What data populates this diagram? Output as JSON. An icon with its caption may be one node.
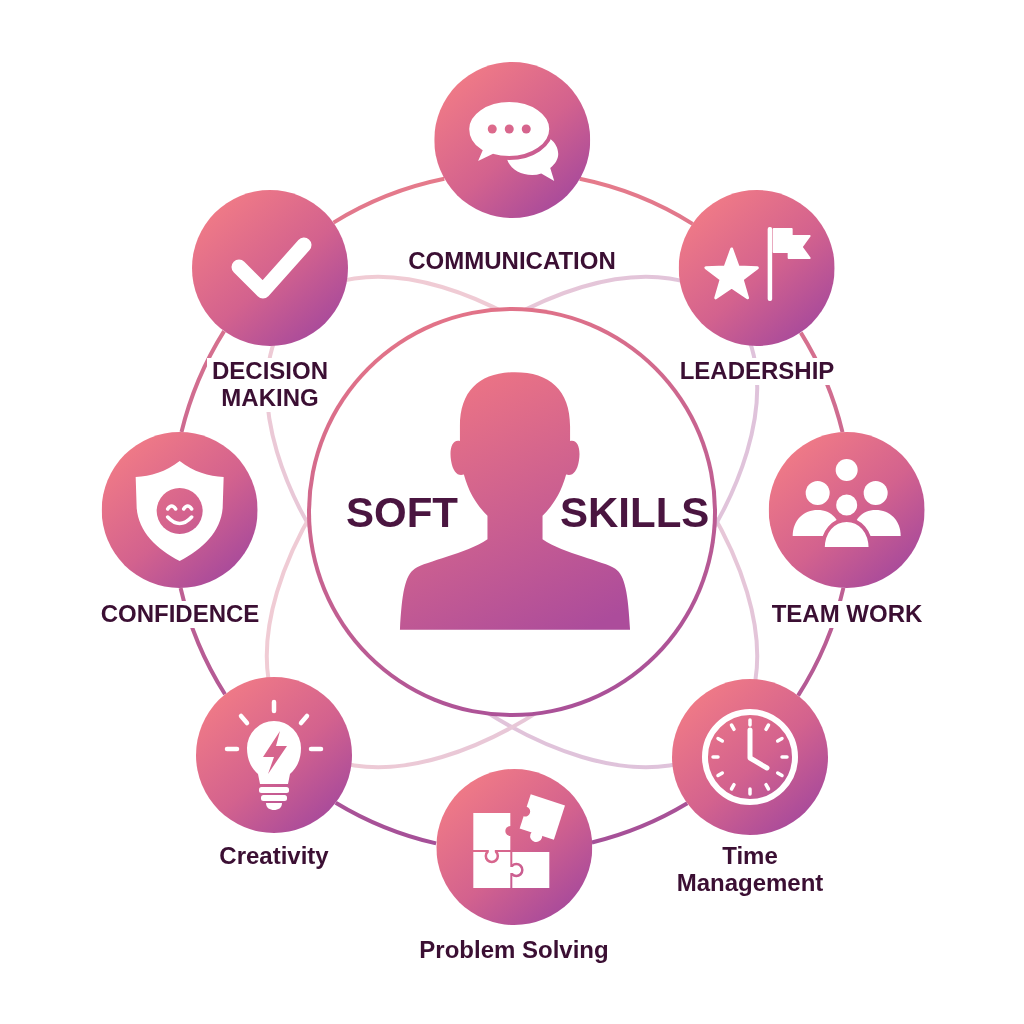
{
  "diagram": {
    "nodes": [
      {
        "text": [
          "SOFT",
          "SKILLS"
        ]
      },
      {
        "text": [
          "COMMUNICATION"
        ]
      },
      {
        "text": [
          "LEADERSHIP"
        ]
      },
      {
        "text": [
          "TEAM WORK"
        ]
      },
      {
        "text": [
          "Time Management"
        ]
      },
      {
        "text": [
          "Problem Solving"
        ]
      },
      {
        "text": [
          "Creativity"
        ]
      },
      {
        "text": [
          "CONFIDENCE"
        ]
      },
      {
        "text": [
          "DECISION MAKING"
        ]
      }
    ],
    "edges": [
      {
        "from": 1,
        "to": 2,
        "arrow": "none"
      },
      {
        "from": 2,
        "to": 3,
        "arrow": "none"
      },
      {
        "from": 3,
        "to": 4,
        "arrow": "none"
      },
      {
        "from": 4,
        "to": 5,
        "arrow": "none"
      },
      {
        "from": 5,
        "to": 6,
        "arrow": "none"
      },
      {
        "from": 6,
        "to": 7,
        "arrow": "none"
      },
      {
        "from": 7,
        "to": 8,
        "arrow": "none"
      },
      {
        "from": 8,
        "to": 1,
        "arrow": "none"
      }
    ]
  }
}
